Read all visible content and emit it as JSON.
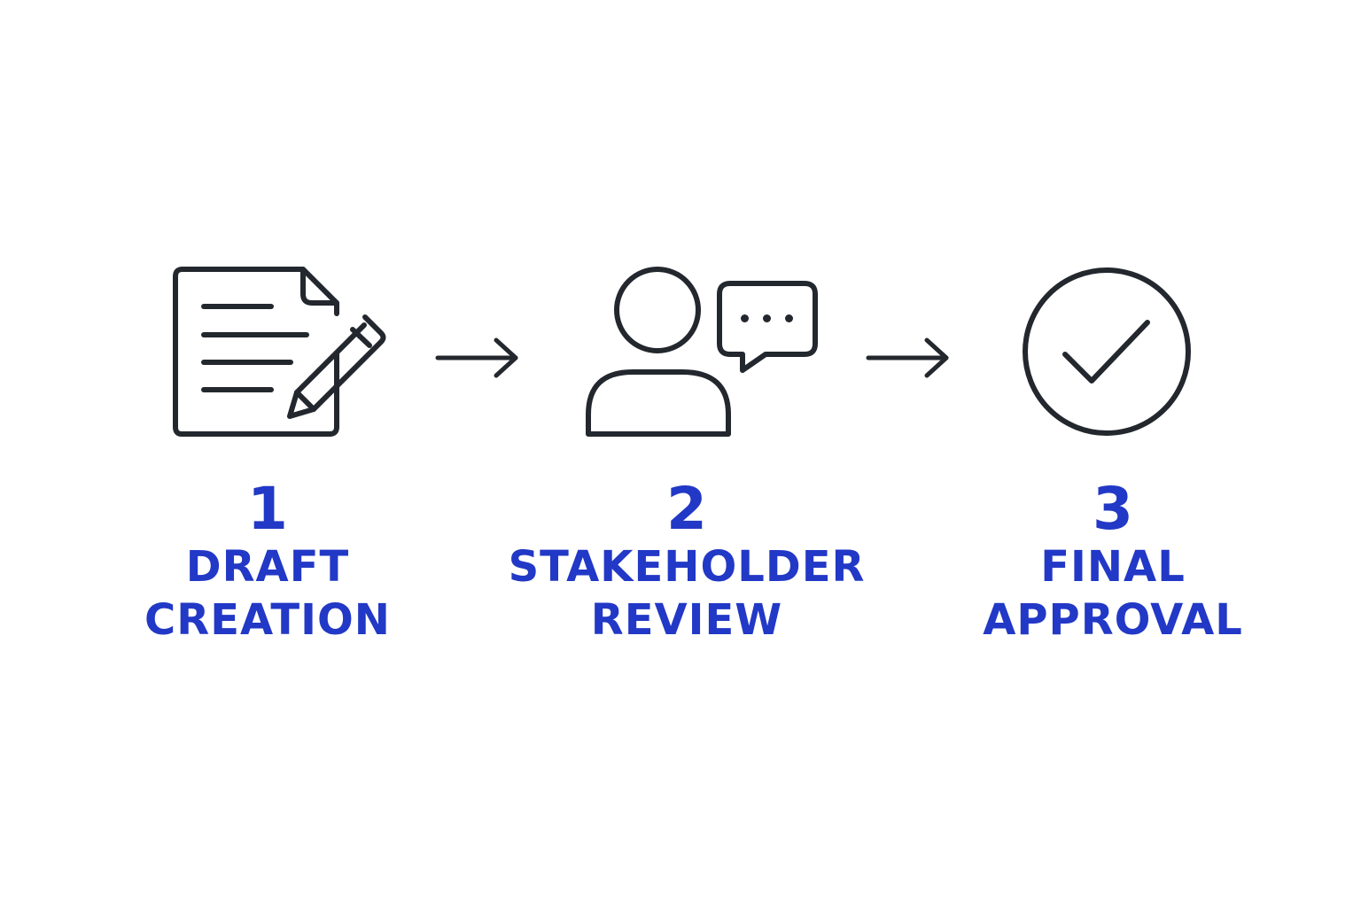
{
  "colors": {
    "background": "#ffffff",
    "icon_stroke": "#23272e",
    "step_text": "#2238c6"
  },
  "steps": [
    {
      "number": "1",
      "label_line1": "DRAFT",
      "label_line2": "CREATION",
      "icon": "document-with-pencil-icon"
    },
    {
      "number": "2",
      "label_line1": "STAKEHOLDER",
      "label_line2": "REVIEW",
      "icon": "person-with-speech-bubble-icon"
    },
    {
      "number": "3",
      "label_line1": "FINAL",
      "label_line2": "APPROVAL",
      "icon": "check-circle-icon"
    }
  ],
  "connectors": [
    {
      "from": "1",
      "to": "2",
      "icon": "arrow-right-icon"
    },
    {
      "from": "2",
      "to": "3",
      "icon": "arrow-right-icon"
    }
  ]
}
